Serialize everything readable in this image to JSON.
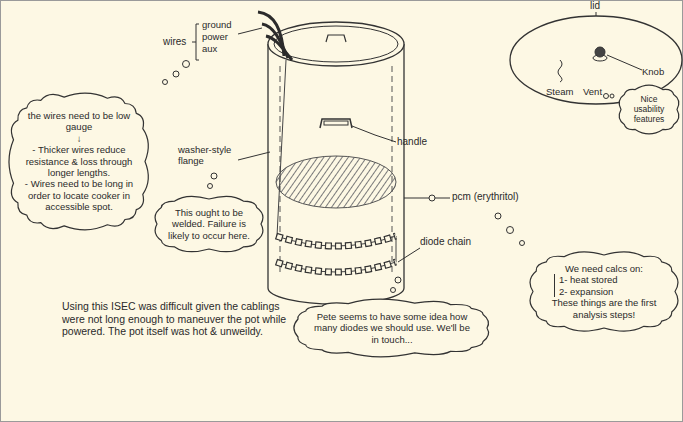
{
  "diagram": {
    "nodes": [
      {
        "text": [
          "Nice usability features"
        ]
      },
      {
        "text": [
          "the wires need to be low gauge",
          "↓",
          "- Thicker wires reduce resistance & loss through longer lengths.",
          "- Wires need to be long in order to locate cooker in accessible spot."
        ]
      },
      {
        "text": [
          "This ought to be welded. Failure is likely to occur here."
        ]
      },
      {
        "text": [
          "We need calcs on:",
          "1- heat stored",
          "2- expansion",
          "These things are the first analysis steps!"
        ]
      },
      {
        "text": [
          "Pete seems to have some idea how many diodes we should use. We'll be in touch..."
        ]
      }
    ],
    "labels": [
      "wires",
      "ground",
      "power",
      "aux",
      "lid",
      "Steam",
      "Vent",
      "Knob",
      "washer-style flange",
      "handle",
      "pcm (erythritol)",
      "diode chain",
      "Using this ISEC was difficult given the cablings were not long enough to maneuver the pot while powered. The pot itself was hot & unweildy."
    ]
  }
}
